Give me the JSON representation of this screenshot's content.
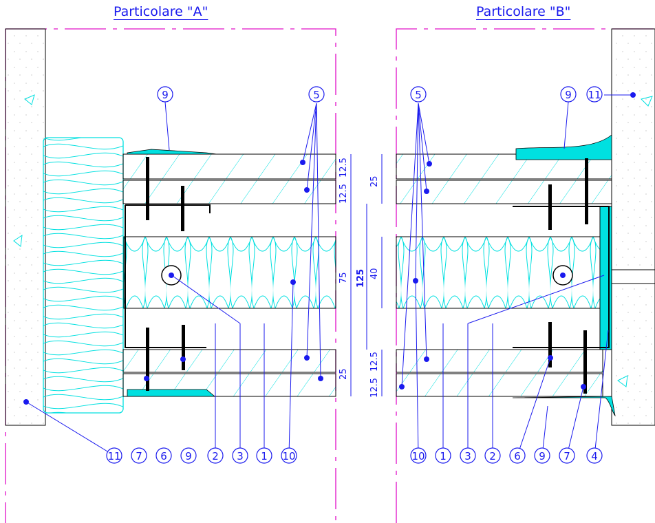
{
  "details": [
    {
      "id": "A",
      "title": "Particolare \"A\""
    },
    {
      "id": "B",
      "title": "Particolare \"B\""
    }
  ],
  "dimensions": {
    "a_12_5_top_1": "12.5",
    "a_12_5_top_2": "12.5",
    "a_75": "75",
    "a_125": "125",
    "a_12_5_bot_1": "12.5",
    "a_12_5_bot_2": "12.5",
    "a_25": "25",
    "b_25": "25",
    "b_40": "40"
  },
  "callouts_top": {
    "a_9": "9",
    "a_5": "5",
    "b_5": "5",
    "b_9": "9",
    "b_11": "11"
  },
  "callouts_bottom_a": [
    "11",
    "7",
    "6",
    "9",
    "2",
    "3",
    "1",
    "10"
  ],
  "callouts_bottom_b": [
    "10",
    "1",
    "3",
    "2",
    "6",
    "9",
    "7",
    "4"
  ],
  "colors": {
    "line": "#000000",
    "insulation": "#00e5e5",
    "hatch": "#00e5e5",
    "callout": "#1a1aee",
    "section_frame": "#e010c8"
  }
}
